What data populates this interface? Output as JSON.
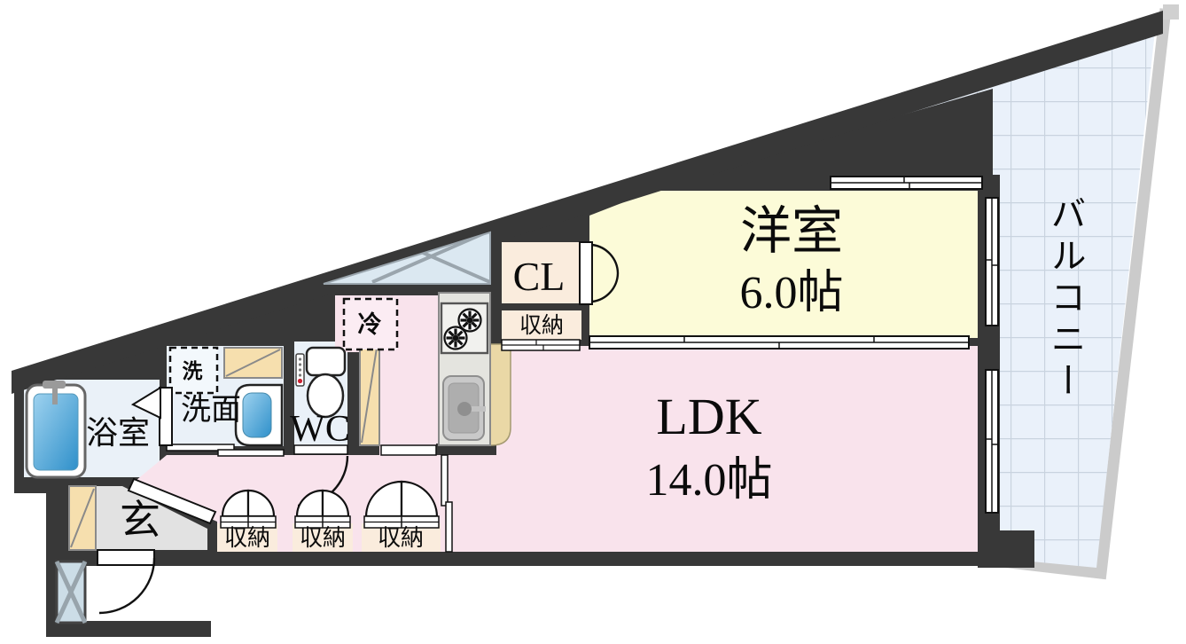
{
  "rooms": {
    "balcony": {
      "label": "バルコニー"
    },
    "western_room": {
      "label": "洋室",
      "size": "6.0帖"
    },
    "ldk": {
      "label": "LDK",
      "size": "14.0帖"
    },
    "closet": {
      "label": "CL"
    },
    "closet_storage": {
      "label": "収納"
    },
    "bathroom": {
      "label": "浴室"
    },
    "washroom": {
      "label": "洗面"
    },
    "washing_machine": {
      "label": "洗"
    },
    "toilet": {
      "label": "WC"
    },
    "refrigerator": {
      "label": "冷"
    },
    "entrance": {
      "label": "玄"
    },
    "hall_storage_1": {
      "label": "収納"
    },
    "hall_storage_2": {
      "label": "収納"
    },
    "hall_storage_3": {
      "label": "収納"
    }
  },
  "colors": {
    "wall": "#383838",
    "balcony_fill": "#eaf1fa",
    "balcony_grid": "#c9d3df",
    "balcony_border": "#cbcbcb",
    "western_room_fill": "#fcfbd8",
    "ldk_fill": "#f9e3ec",
    "closet_fill": "#faecdd",
    "wet_area_fill": "#eaf1f8",
    "entrance_fill": "#e2e2e2",
    "cabinet_fill": "#f6dfae",
    "counter_fill": "#ead8a6",
    "pipe_space_fill": "#dbe8f1",
    "ps_box_fill": "#ccdde7",
    "water_color": "#4aa3d8"
  }
}
